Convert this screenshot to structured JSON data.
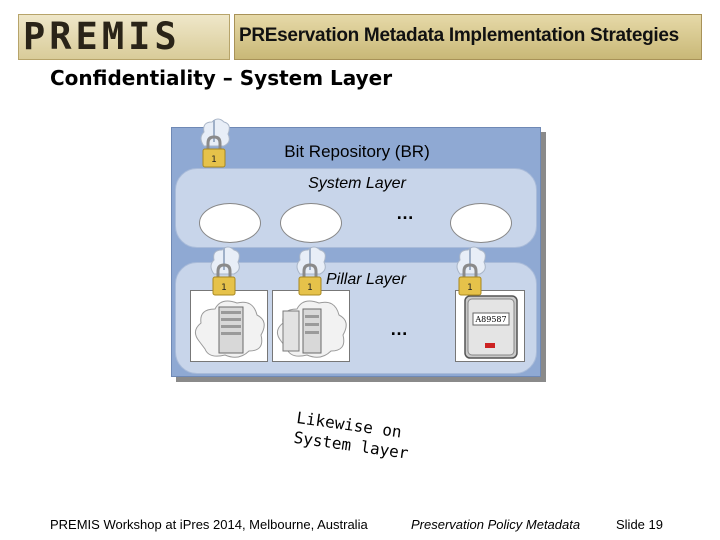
{
  "header": {
    "logo": "PREMIS",
    "banner_title": "PREservation Metadata Implementation Strategies"
  },
  "slide": {
    "title": "Confidentiality – System Layer"
  },
  "diagram": {
    "repository_label": "Bit Repository (BR)",
    "system_layer_label": "System Layer",
    "system_ellipsis": "…",
    "pillar_layer_label": "Pillar Layer",
    "pillar_ellipsis": "…",
    "disk_label": "A89587",
    "colors": {
      "repository_fill": "#8fa9d3",
      "layer_fill": "#c8d5ea",
      "lock_gold": "#e6c24a"
    }
  },
  "annotation": {
    "line1": "Likewise on",
    "line2": "System layer"
  },
  "footer": {
    "left": "PREMIS Workshop at iPres 2014, Melbourne, Australia",
    "center": "Preservation Policy Metadata",
    "slide_number": "Slide 19"
  }
}
